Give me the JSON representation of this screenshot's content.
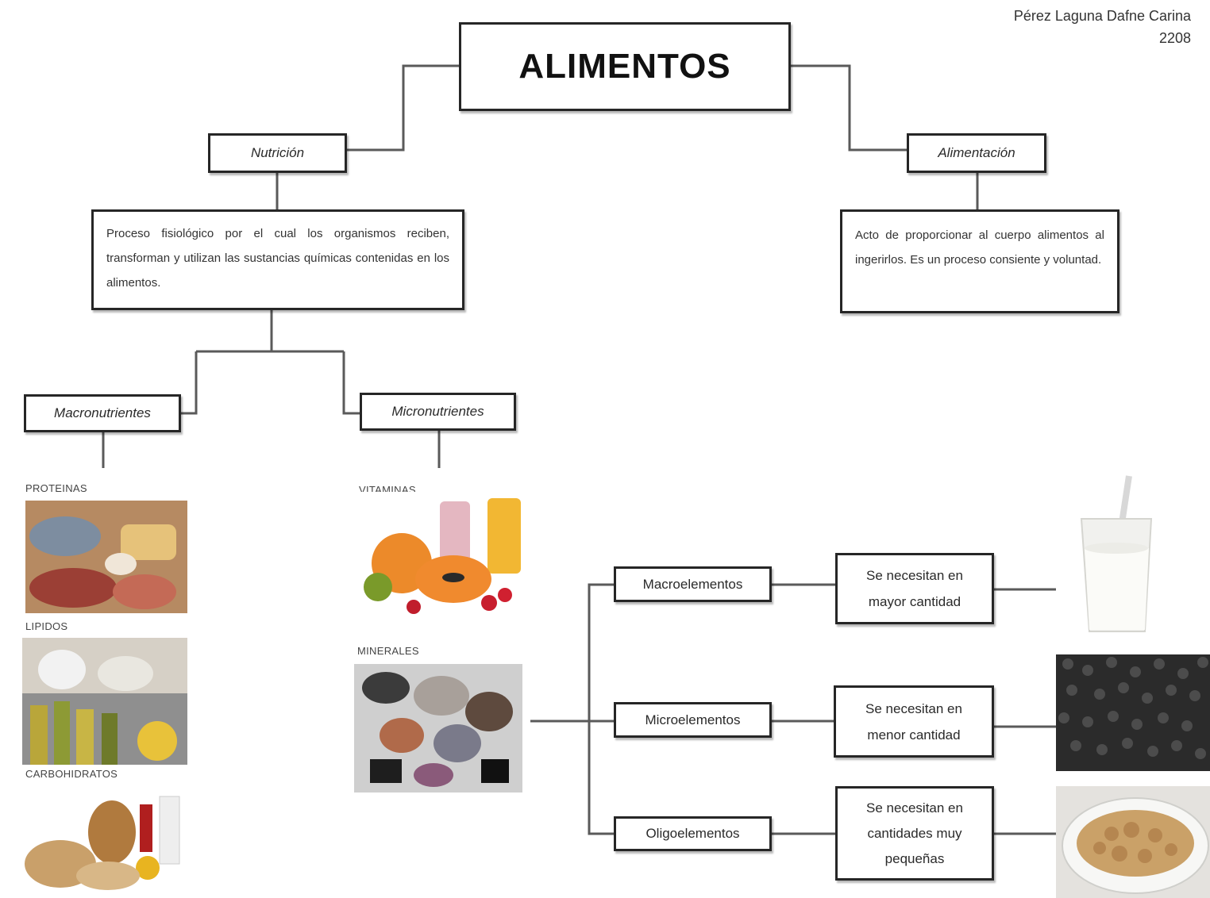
{
  "author": {
    "name": "Pérez Laguna Dafne Carina",
    "group": "2208"
  },
  "title": "ALIMENTOS",
  "nutricion": {
    "label": "Nutrición",
    "description": "Proceso fisiológico por el cual los organismos reciben, transforman y utilizan las sustancias químicas contenidas en los alimentos."
  },
  "alimentacion": {
    "label": "Alimentación",
    "description": "Acto de proporcionar al cuerpo alimentos al ingerirlos. Es un proceso consiente y voluntad."
  },
  "macronutrientes": {
    "label": "Macronutrientes",
    "items": [
      "PROTEINAS",
      "LIPIDOS",
      "CARBOHIDRATOS"
    ]
  },
  "micronutrientes": {
    "label": "Micronutrientes",
    "items": [
      "VITAMINAS",
      "MINERALES"
    ]
  },
  "minerales": {
    "types": [
      {
        "label": "Macroelementos",
        "desc": "Se necesitan en mayor cantidad"
      },
      {
        "label": "Microelementos",
        "desc": "Se necesitan en menor cantidad"
      },
      {
        "label": "Oligoelementos",
        "desc": "Se necesitan en cantidades muy pequeñas"
      }
    ]
  }
}
